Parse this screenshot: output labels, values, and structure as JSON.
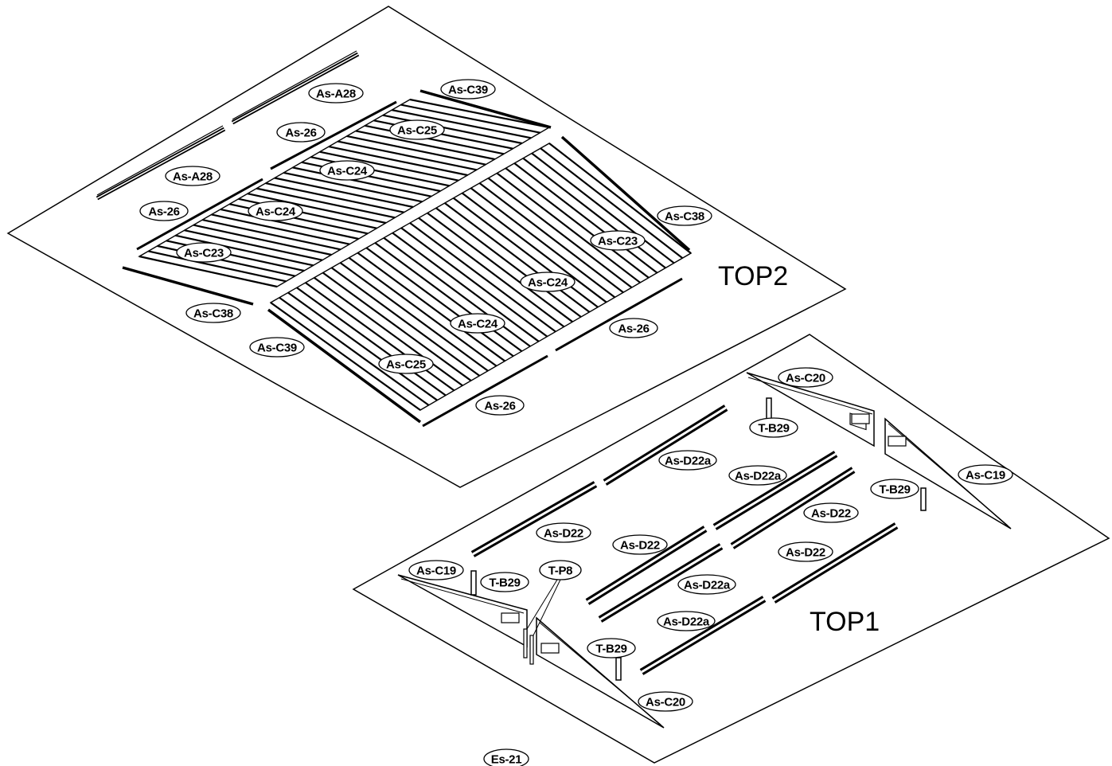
{
  "top2": {
    "title": "TOP2",
    "labels": {
      "as_a28_upper": "As-A28",
      "as_a28_lower": "As-A28",
      "as_c39_upper": "As-C39",
      "as_26_upper": "As-26",
      "as_26_left": "As-26",
      "as_c25_upper": "As-C25",
      "as_c24_upper_a": "As-C24",
      "as_c24_upper_b": "As-C24",
      "as_c23_left": "As-C23",
      "as_c38_right": "As-C38",
      "as_c23_right": "As-C23",
      "as_c24_lower_a": "As-C24",
      "as_c24_lower_b": "As-C24",
      "as_26_right": "As-26",
      "as_c38_left": "As-C38",
      "as_c39_lower": "As-C39",
      "as_c25_lower": "As-C25",
      "as_26_bottom": "As-26"
    }
  },
  "top1": {
    "title": "TOP1",
    "labels": {
      "as_c20_top": "As-C20",
      "t_b29_top": "T-B29",
      "as_d22a_a": "As-D22a",
      "as_d22a_b": "As-D22a",
      "as_c19_right": "As-C19",
      "t_b29_right": "T-B29",
      "as_d22_a": "As-D22",
      "as_d22_b": "As-D22",
      "as_d22_c": "As-D22",
      "as_d22_d": "As-D22",
      "as_c19_left": "As-C19",
      "t_b29_left": "T-B29",
      "t_p8": "T-P8",
      "as_d22a_c": "As-D22a",
      "as_d22a_d": "As-D22a",
      "t_b29_bottom": "T-B29",
      "as_c20_bottom": "As-C20"
    }
  },
  "footer": {
    "es_21": "Es-21"
  }
}
